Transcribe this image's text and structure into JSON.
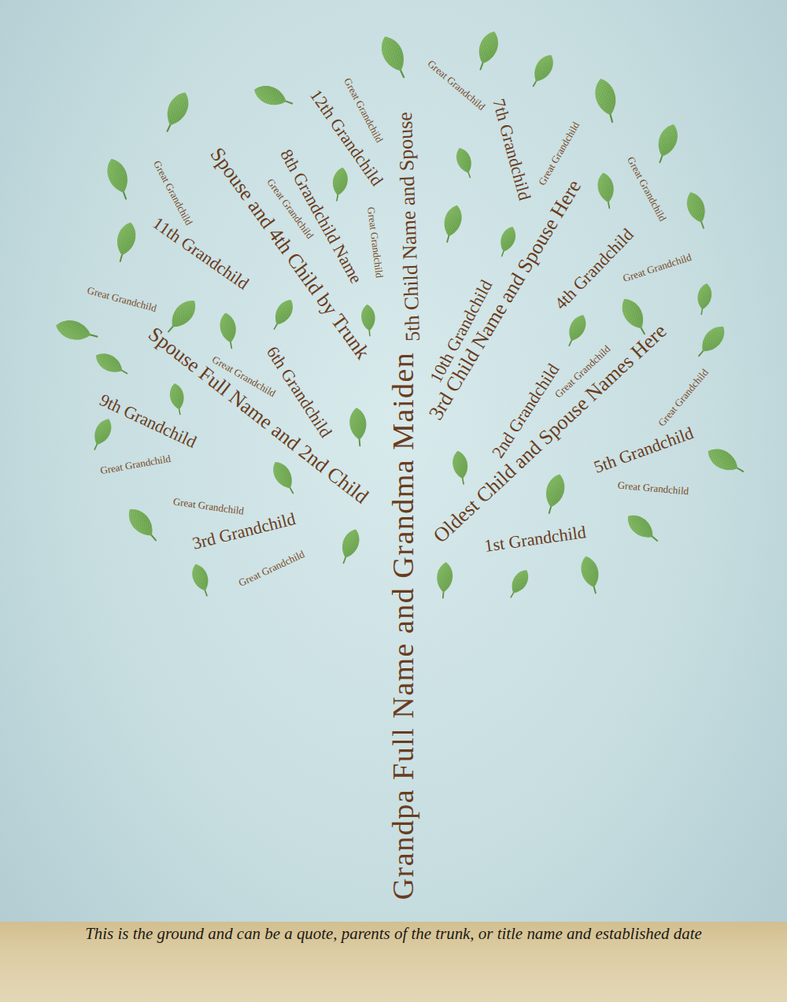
{
  "diagram": {
    "nodes": [
      {
        "text": [
          "This is the ground and can be a quote, parents of the trunk, or title name and established date"
        ]
      }
    ],
    "labels": [
      "Grandpa Full Name and Grandma Maiden",
      "Oldest Child and Spouse Names Here",
      "1st Grandchild",
      "2nd Grandchild",
      "5th Grandchild",
      "3rd Child Name and Spouse Here",
      "4th Grandchild",
      "10th Grandchild",
      "7th Grandchild",
      "5th Child Name and Spouse",
      "12th Grandchild",
      "8th Grandchild Name",
      "Spouse and 4th Child by Trunk",
      "11th Grandchild",
      "Spouse Full Name and 2nd Child",
      "9th Grandchild",
      "6th Grandchild",
      "3rd Grandchild",
      "Great Grandchild",
      "Great Grandchild",
      "Great Grandchild",
      "Great Grandchild",
      "Great Grandchild",
      "Great Grandchild",
      "Great Grandchild",
      "Great Grandchild",
      "Great Grandchild",
      "Great Grandchild",
      "Great Grandchild",
      "Great Grandchild",
      "Great Grandchild",
      "Great Grandchild",
      "Great Grandchild",
      "Great Grandchild"
    ]
  }
}
